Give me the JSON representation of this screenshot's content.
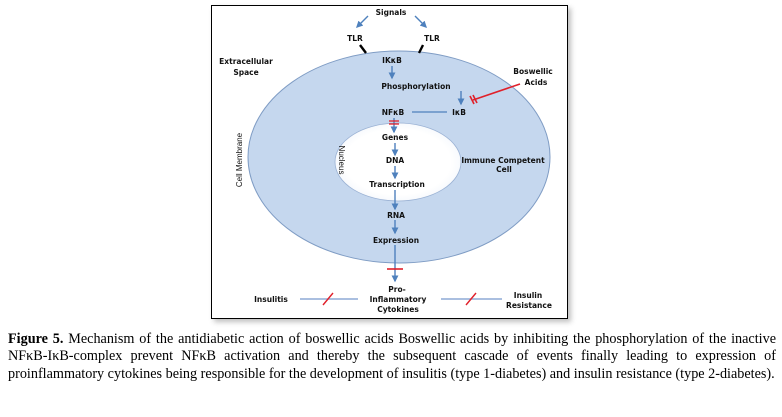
{
  "figure": {
    "labels": {
      "signals": "Signals",
      "tlr_left": "TLR",
      "tlr_right": "TLR",
      "extracellular_line1": "Extracellular",
      "extracellular_line2": "Space",
      "ikkb": "IKκB",
      "phosphorylation": "Phosphorylation",
      "boswellic_line1": "Boswellic",
      "boswellic_line2": "Acids",
      "nfkb": "NFκB",
      "ikb": "IκB",
      "genes": "Genes",
      "dna": "DNA",
      "transcription": "Transcription",
      "nucleus": "Nucleus",
      "cell_membrane": "Cell Membrane",
      "immune_line1": "Immune Competent",
      "immune_line2": "Cell",
      "rna": "RNA",
      "expression": "Expression",
      "cytokines_line1": "Pro-",
      "cytokines_line2": "Inflammatory",
      "cytokines_line3": "Cytokines",
      "insulitis": "Insulitis",
      "insulin_line1": "Insulin",
      "insulin_line2": "Resistance"
    },
    "colors": {
      "cell_fill": "#c5d7ee",
      "cell_stroke": "#7f9cc4",
      "nucleus_fill": "#ffffff",
      "arrow": "#4f81bd",
      "inhibitor": "#e0202a",
      "connector": "#8eaad6"
    }
  },
  "caption": {
    "label": "Figure 5.",
    "text": " Mechanism of the antidiabetic action of boswellic acids Boswellic acids by inhibiting the phosphorylation of the inactive NFκB-IκB-complex prevent NFκB activation and thereby the subsequent cascade of events finally leading to expression of proinflammatory cytokines being responsible for the development of insulitis (type 1-diabetes) and insulin resistance (type 2-diabetes)."
  }
}
